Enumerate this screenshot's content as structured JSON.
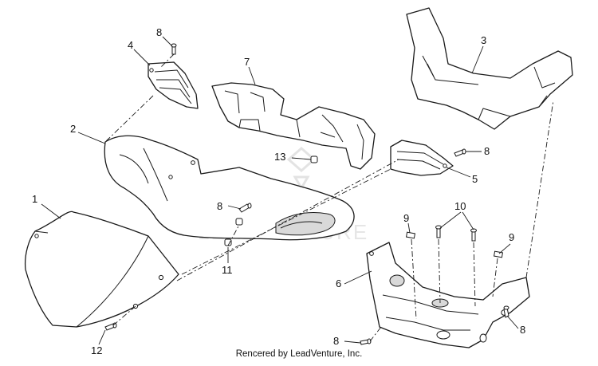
{
  "diagram": {
    "callouts": {
      "c1": "1",
      "c2": "2",
      "c3": "3",
      "c4": "4",
      "c5": "5",
      "c6": "6",
      "c7": "7",
      "c8a": "8",
      "c8b": "8",
      "c8c": "8",
      "c8d": "8",
      "c8e": "8",
      "c9a": "9",
      "c9b": "9",
      "c10": "10",
      "c11": "11",
      "c12": "12",
      "c13": "13"
    },
    "watermark": "LEADVENTURE",
    "credit": "Rencered by LeadVenture, Inc."
  }
}
